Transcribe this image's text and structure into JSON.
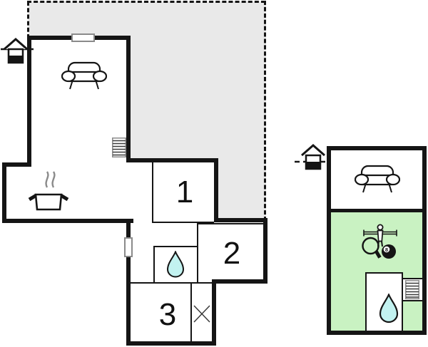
{
  "plan": {
    "type": "floor-plan",
    "buildings": [
      "main-house",
      "annex"
    ]
  },
  "colors": {
    "wall": "#151515",
    "terrace_gray": "#e9e9e9",
    "annex_green": "#c9f2c2",
    "water": "#c2f2f0",
    "window_frame": "#8a8a8a",
    "steam_gray": "#8a8a8a"
  },
  "rooms": {
    "room1": {
      "label": "1"
    },
    "room2": {
      "label": "2"
    },
    "room3": {
      "label": "3"
    }
  },
  "annex": {
    "eight_ball_label": "8"
  },
  "icons": {
    "main_entrance": "house-entrance",
    "annex_entrance": "house-entrance",
    "living_sofa": "sofa",
    "annex_sofa": "sofa",
    "main_stairs": "stairs",
    "annex_stairs": "stairs",
    "kitchen": "cooking-pot-with-steam",
    "main_bathroom": "water-drop",
    "annex_bathroom": "water-drop",
    "utility": "cross-mark",
    "games": "foosball-table-tennis-billiards"
  }
}
